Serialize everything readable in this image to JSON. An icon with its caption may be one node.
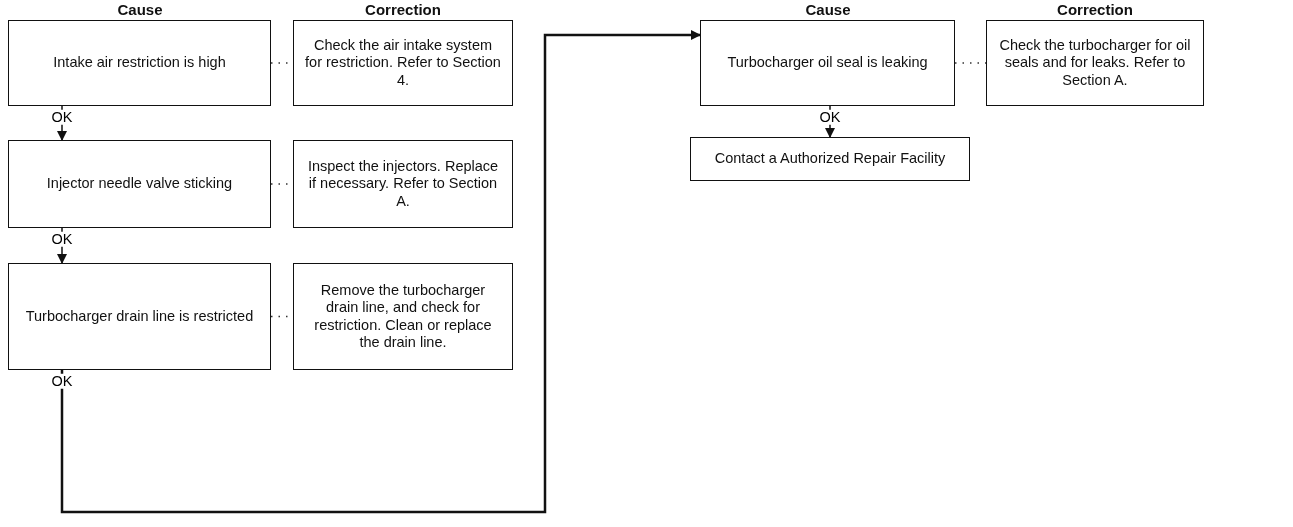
{
  "diagram": {
    "nodes": [
      {
        "text": [
          "Intake air restriction is high"
        ]
      },
      {
        "text": [
          "Check the air intake system for restriction. Refer to Section 4."
        ]
      },
      {
        "text": [
          "Injector needle valve sticking"
        ]
      },
      {
        "text": [
          "Inspect the injectors. Replace if necessary. Refer to Section A."
        ]
      },
      {
        "text": [
          "Turbocharger drain line is restricted"
        ]
      },
      {
        "text": [
          "Remove the turbocharger drain line, and check for restriction. Clean or replace the drain line."
        ]
      },
      {
        "text": [
          "Turbocharger oil seal is leaking"
        ]
      },
      {
        "text": [
          "Check the turbocharger for oil seals and for leaks. Refer to Section A."
        ]
      },
      {
        "text": [
          "Contact a Authorized Repair Facility"
        ]
      }
    ],
    "edges": [
      {
        "from": 0,
        "to": 1,
        "arrow": "none",
        "style": "dashed"
      },
      {
        "from": 0,
        "to": 2,
        "arrow": "to",
        "label": "OK"
      },
      {
        "from": 2,
        "to": 3,
        "arrow": "none",
        "style": "dashed"
      },
      {
        "from": 2,
        "to": 4,
        "arrow": "to",
        "label": "OK"
      },
      {
        "from": 4,
        "to": 5,
        "arrow": "none",
        "style": "dashed"
      },
      {
        "from": 4,
        "to": 6,
        "arrow": "to",
        "label": "OK"
      },
      {
        "from": 6,
        "to": 7,
        "arrow": "none",
        "style": "dashed"
      },
      {
        "from": 6,
        "to": 8,
        "arrow": "to",
        "label": "OK"
      }
    ],
    "labels": [
      "Cause",
      "Correction",
      "Cause",
      "Correction"
    ]
  }
}
